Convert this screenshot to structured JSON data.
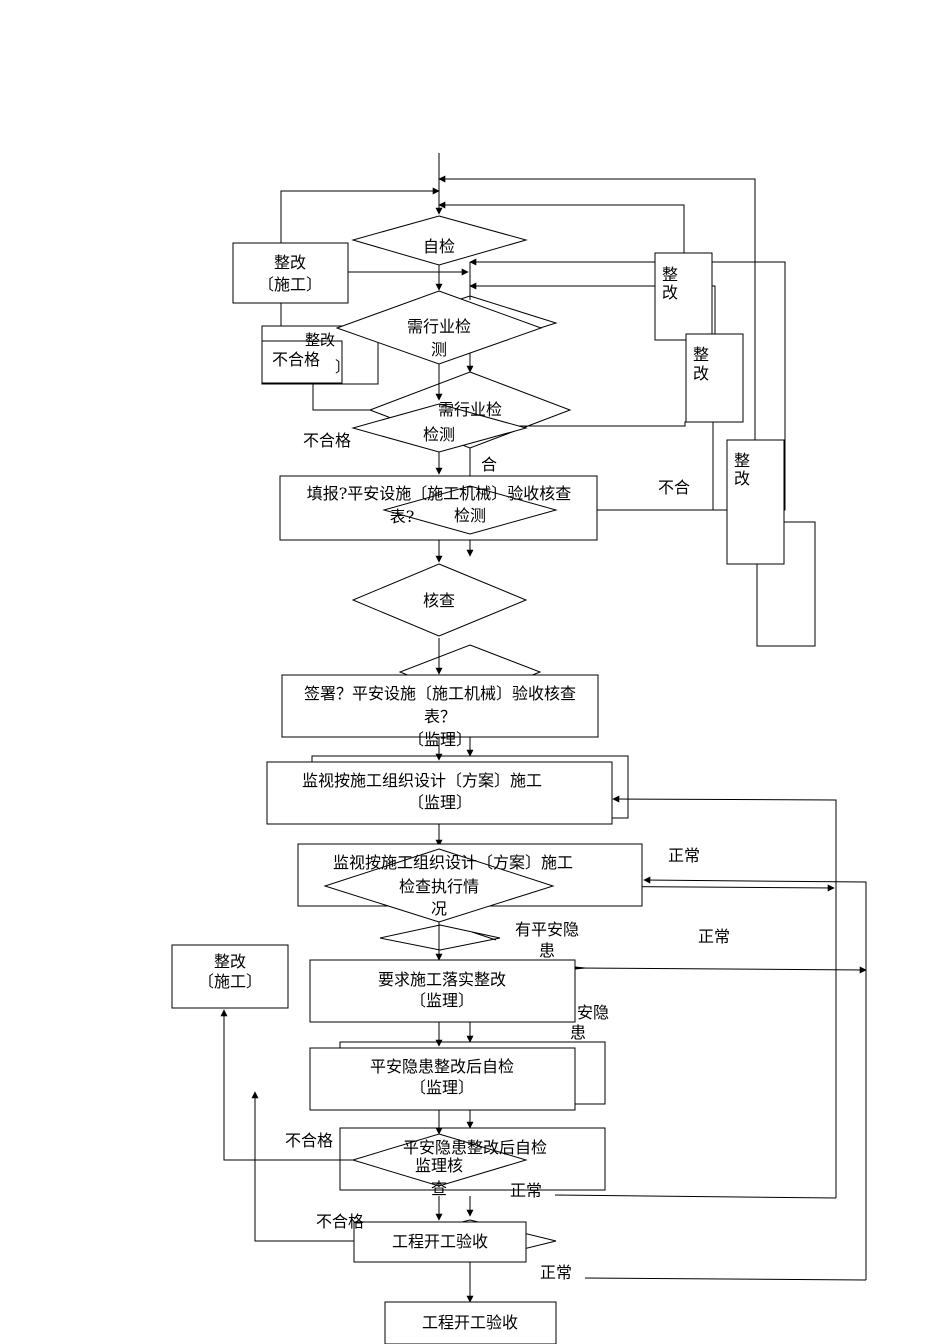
{
  "flowchart": {
    "self_check": "自检",
    "rectify_construction_box": [
      "整改",
      "〔施工〕"
    ],
    "rectify_behind": "整改",
    "need_industry_test": [
      "需行业检",
      "测"
    ],
    "need_industry_test_ghost": "需行业检",
    "unqualified_left": "不合格",
    "unqualified_2": "不合格",
    "unqualified_3": "不合格",
    "unqualified_4": "不合格",
    "unqualified_right": "不合",
    "test_label": "检测",
    "test_label_2": "检测",
    "qualified_fragment": "合",
    "fill_report": [
      "填报?平安设施〔施工机械〕验收核查",
      "表?"
    ],
    "check": "核查",
    "sign_form": [
      "签署？平安设施〔施工机械〕验收核查",
      "表？",
      "〔监理〕"
    ],
    "supervise_plan": [
      "监视按施工组织设计〔方案〕施工",
      "〔监理〕"
    ],
    "supervise_plan_ghost": "监视按施工组织设计〔方案〕施工",
    "check_execution": [
      "检查执行情",
      "况"
    ],
    "has_hazard": [
      "有平安隐",
      "患"
    ],
    "hazard_fragment": [
      "安隐",
      "患"
    ],
    "require_rectify": [
      "要求施工落实整改",
      "〔监理〕"
    ],
    "rectify_left_box": [
      "整改",
      "〔施工〕"
    ],
    "self_check_after": [
      "平安隐患整改后自检",
      "〔监理〕"
    ],
    "self_check_after_ghost": "平安隐患整改后自检",
    "supervisor_check": [
      "监理核",
      "查"
    ],
    "project_start_accept": "工程开工验收",
    "project_start_accept_final": "工程开工验收",
    "normal_1": "正常",
    "normal_2": "正常",
    "normal_3": "正常",
    "normal_4": "正常",
    "rectify_right_1": [
      "整",
      "改"
    ],
    "rectify_right_2": [
      "整",
      "改"
    ],
    "rectify_right_3": [
      "整",
      "改"
    ],
    "fragment_bracket": "〕",
    "fragment_zheng": "整改"
  }
}
